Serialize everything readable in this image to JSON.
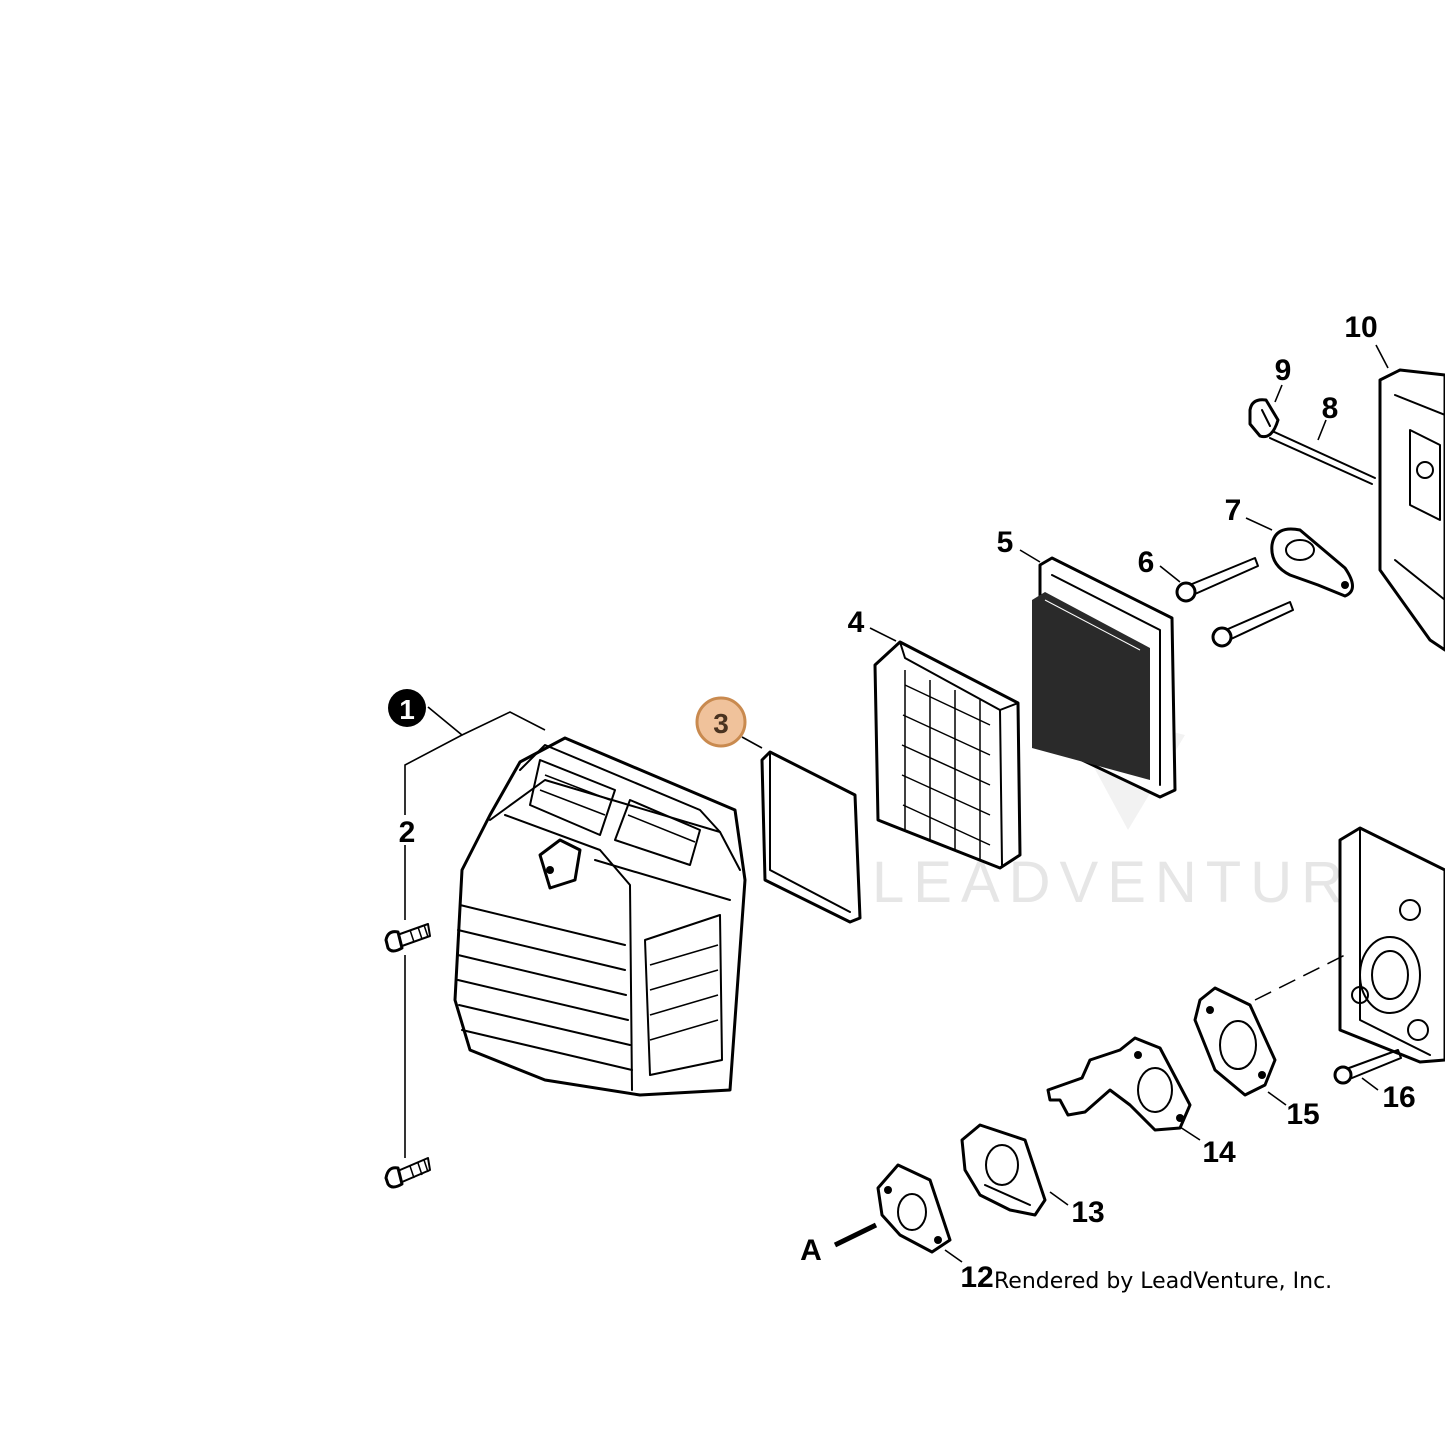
{
  "watermark": "LEADVENTURE",
  "credit": "Rendered by LeadVenture, Inc.",
  "callouts": [
    {
      "id": "1",
      "label": "1",
      "style": "filled-black-circle"
    },
    {
      "id": "2",
      "label": "2"
    },
    {
      "id": "3",
      "label": "3",
      "style": "highlighted-circle",
      "highlight_color": "#f0c29b",
      "highlight_border": "#c98a4f"
    },
    {
      "id": "4",
      "label": "4"
    },
    {
      "id": "5",
      "label": "5"
    },
    {
      "id": "6",
      "label": "6"
    },
    {
      "id": "7",
      "label": "7"
    },
    {
      "id": "8",
      "label": "8"
    },
    {
      "id": "9",
      "label": "9"
    },
    {
      "id": "10",
      "label": "10"
    },
    {
      "id": "12",
      "label": "12"
    },
    {
      "id": "13",
      "label": "13"
    },
    {
      "id": "14",
      "label": "14"
    },
    {
      "id": "15",
      "label": "15"
    },
    {
      "id": "16",
      "label": "16"
    },
    {
      "id": "A",
      "label": "A"
    }
  ]
}
